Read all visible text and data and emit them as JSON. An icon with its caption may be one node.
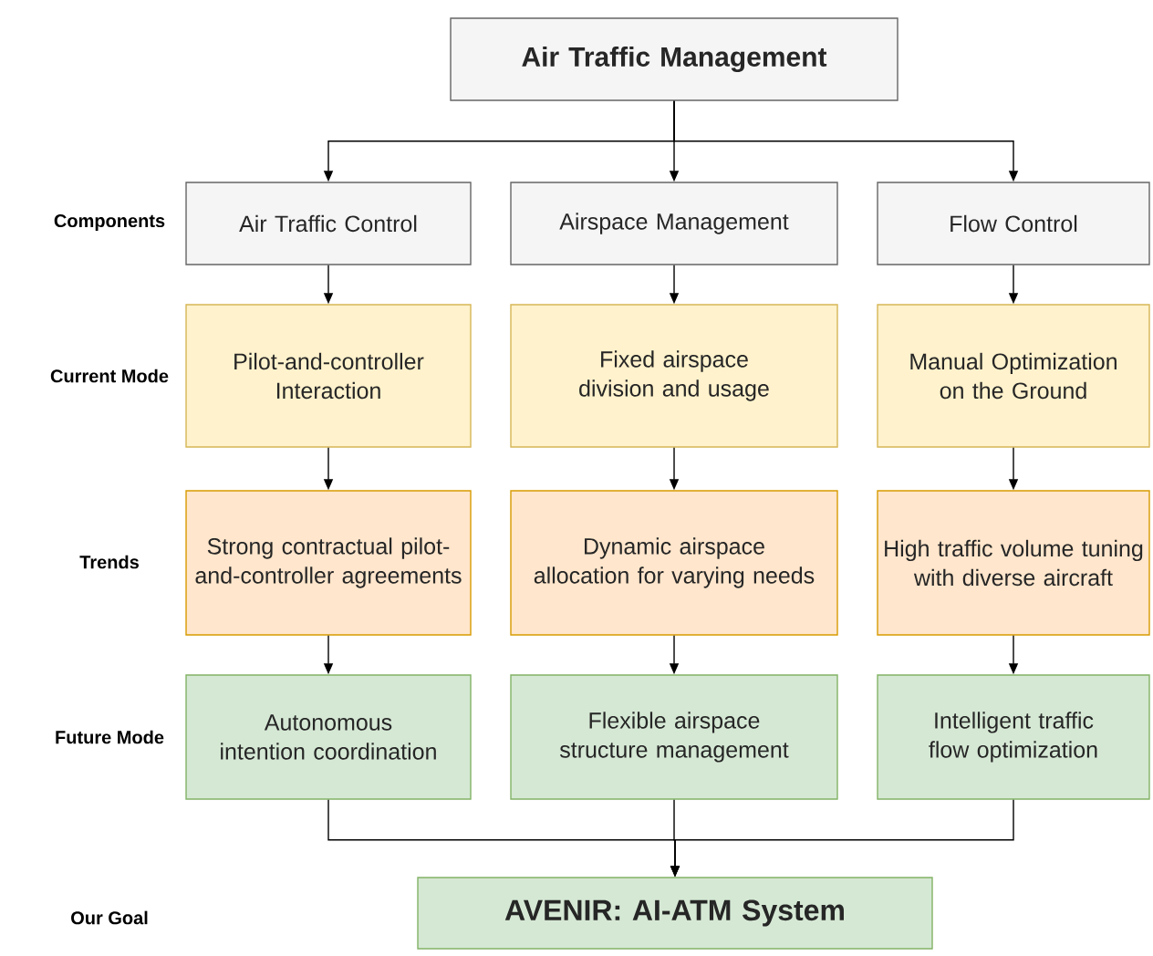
{
  "diagram": {
    "nodes": [
      {
        "text": [
          "Air Traffic Management"
        ]
      },
      {
        "text": [
          "Air Traffic Control"
        ]
      },
      {
        "text": [
          "Airspace Management"
        ]
      },
      {
        "text": [
          "Flow Control"
        ]
      },
      {
        "text": [
          "Pilot-and-controller Interaction"
        ]
      },
      {
        "text": [
          "Fixed airspace division and usage"
        ]
      },
      {
        "text": [
          "Manual Optimization on the Ground"
        ]
      },
      {
        "text": [
          "Strong contractual pilot-and-controller agreements"
        ]
      },
      {
        "text": [
          "Dynamic airspace allocation for varying needs"
        ]
      },
      {
        "text": [
          "High traffic volume tuning with diverse aircraft"
        ]
      },
      {
        "text": [
          "Autonomous intention coordination"
        ]
      },
      {
        "text": [
          "Flexible airspace structure management"
        ]
      },
      {
        "text": [
          "Intelligent traffic flow optimization"
        ]
      },
      {
        "text": [
          "AVENIR: AI-ATM System"
        ]
      }
    ],
    "edges": [
      {
        "from": 0,
        "to": 1,
        "arrow": "to"
      },
      {
        "from": 0,
        "to": 2,
        "arrow": "to"
      },
      {
        "from": 0,
        "to": 3,
        "arrow": "to"
      },
      {
        "from": 1,
        "to": 4,
        "arrow": "to"
      },
      {
        "from": 2,
        "to": 5,
        "arrow": "to"
      },
      {
        "from": 3,
        "to": 6,
        "arrow": "to"
      },
      {
        "from": 4,
        "to": 7,
        "arrow": "to"
      },
      {
        "from": 5,
        "to": 8,
        "arrow": "to"
      },
      {
        "from": 6,
        "to": 9,
        "arrow": "to"
      },
      {
        "from": 7,
        "to": 10,
        "arrow": "to"
      },
      {
        "from": 8,
        "to": 11,
        "arrow": "to"
      },
      {
        "from": 9,
        "to": 12,
        "arrow": "to"
      },
      {
        "from": 10,
        "to": 13,
        "arrow": "to"
      },
      {
        "from": 11,
        "to": 13,
        "arrow": "to"
      },
      {
        "from": 12,
        "to": 13,
        "arrow": "to"
      }
    ],
    "labels": [
      "Components",
      "Current Mode",
      "Trends",
      "Future Mode",
      "Our Goal"
    ]
  }
}
